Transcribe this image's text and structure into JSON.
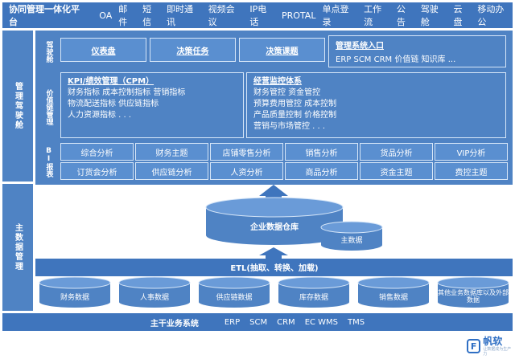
{
  "topbar": {
    "title": "协同管理一体化平台",
    "items": [
      "OA",
      "邮件",
      "短信",
      "即时通讯",
      "视频会议",
      "IP电话",
      "PROTAL",
      "单点登录",
      "工作流",
      "公告",
      "驾驶舱",
      "云盘",
      "移动办公"
    ]
  },
  "left_labels": {
    "management_cockpit": "管理驾驶舱",
    "master_data": "主数据管理"
  },
  "cockpit_row": {
    "label": "驾驶舱",
    "tabs": [
      "仪表盘",
      "决策任务",
      "决策课题"
    ],
    "entry_title": "管理系统入口",
    "entry_items": "ERP  SCM  CRM  价值链  知识库 ..."
  },
  "value_chain": {
    "label": "价值链管理",
    "kpi_title": "KPI/绩效管理（CPM）",
    "kpi_lines": [
      "财务指标  成本控制指标  营销指标",
      "物流配送指标  供应链指标",
      "人力资源指标  .  .  ."
    ],
    "ops_title": "经营监控体系",
    "ops_lines": [
      "财务管控  资金管控",
      "预算费用管控  成本控制",
      "产品质量控制  价格控制",
      "营销与市场管控  .  .  ."
    ]
  },
  "bi": {
    "label": "BI报表",
    "row1": [
      "综合分析",
      "财务主题",
      "店铺零售分析",
      "销售分析",
      "货品分析",
      "VIP分析"
    ],
    "row2": [
      "订货会分析",
      "供应链分析",
      "人资分析",
      "商品分析",
      "资金主题",
      "费控主题"
    ]
  },
  "warehouse": {
    "main": "企业数据仓库",
    "sub": "主数据"
  },
  "etl": "ETL(抽取、转换、加载)",
  "sources": [
    "财务数据",
    "人事数据",
    "供应链数据",
    "库存数据",
    "销售数据",
    "其他业务数据库以及外部数据"
  ],
  "bottom": {
    "title": "主干业务系统",
    "items": [
      "ERP",
      "SCM",
      "CRM",
      "EC WMS",
      "TMS"
    ]
  },
  "brand": {
    "name": "帆软",
    "tagline": "让数据成为生产力"
  },
  "colors": {
    "primary": "#4f83c4",
    "cell": "#5a8fd0",
    "border": "#d6e6f8"
  }
}
